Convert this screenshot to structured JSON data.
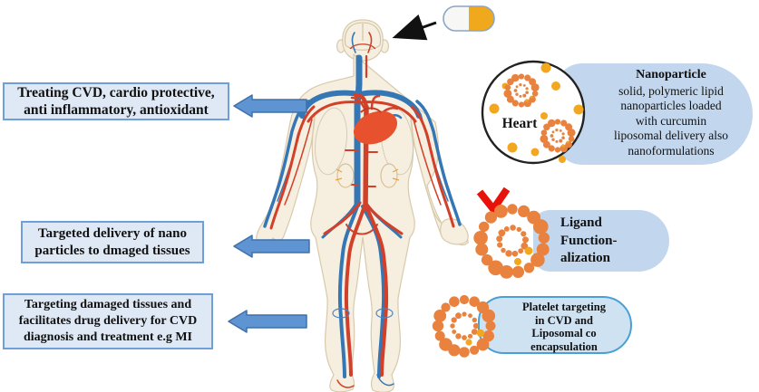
{
  "left_boxes": [
    {
      "lines": [
        "Treating CVD, cardio protective,",
        "anti inflammatory, antioxidant"
      ]
    },
    {
      "lines": [
        "Targeted delivery of nano",
        "particles to dmaged tissues"
      ]
    },
    {
      "lines": [
        "Targeting damaged tissues and",
        "facilitates drug delivery for CVD",
        "diagnosis and treatment e.g MI"
      ]
    }
  ],
  "heart_circle": {
    "label": "Heart"
  },
  "nanoparticle_panel": {
    "title": "Nanoparticle",
    "lines": [
      "solid, polymeric lipid",
      "nanoparticles loaded",
      "with curcumin",
      "liposomal delivery also",
      "nanoformulations"
    ]
  },
  "ligand_panel": {
    "lines": [
      "Ligand",
      "Function-",
      "alization"
    ]
  },
  "platelet_panel": {
    "lines": [
      "Platelet targeting",
      "in CVD and",
      "Liposomal co",
      "encapsulation"
    ]
  },
  "icons": {
    "capsule": "capsule-icon",
    "black_arrow": "arrow-to-head-icon",
    "block_arrows": "arrow-left-icon",
    "red_check": "red-check-icon",
    "liposomes": "liposome-icon",
    "gold_dots": "nanoparticle-dot-icon"
  },
  "colors": {
    "box_fill": "#dfe9f5",
    "box_border": "#6e9fd8",
    "arrow_fill": "#5e94d1",
    "pill_fill": "#c2d7ee",
    "platelet_border": "#4aa0d4",
    "liposome_orange": "#e8823e",
    "dot_gold": "#f2a71e",
    "heart_red": "#e8512d",
    "vein_blue": "#3577b4",
    "artery_red": "#d3402a",
    "check_red": "#e8120a",
    "capsule_orange": "#f0a81c"
  }
}
